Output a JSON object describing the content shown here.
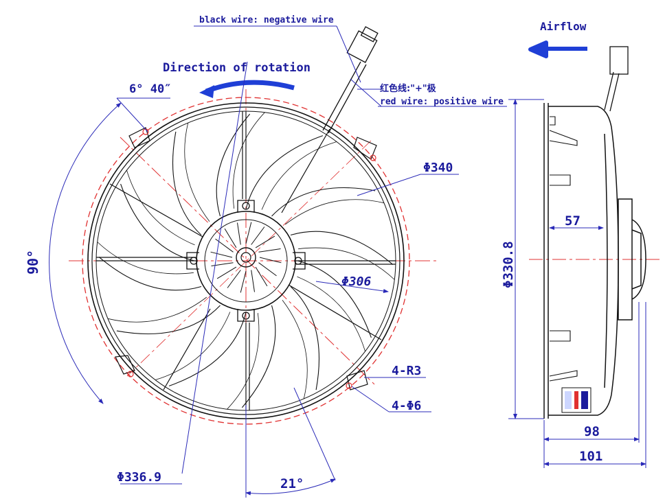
{
  "labels": {
    "black_wire": "black wire: negative wire",
    "direction": "Direction of rotation",
    "angle_top": "6° 40″",
    "red_wire_cn": "红色线:\"+\"极",
    "red_wire_en": "red wire: positive wire",
    "airflow": "Airflow",
    "dia_340": "Φ340",
    "dia_306": "Φ306",
    "angle_90": "90°",
    "r3": "4-R3",
    "hole6": "4-Φ6",
    "dia_3369": "Φ336.9",
    "angle_21": "21°",
    "side_57": "57",
    "side_3308": "Φ330.8",
    "side_98": "98",
    "side_101": "101"
  },
  "colors": {
    "dimension": "#1a1a9c",
    "centerline": "#e03030",
    "outline": "#111111",
    "arrow": "#1f3fd6"
  },
  "blades": {
    "count": 12
  }
}
